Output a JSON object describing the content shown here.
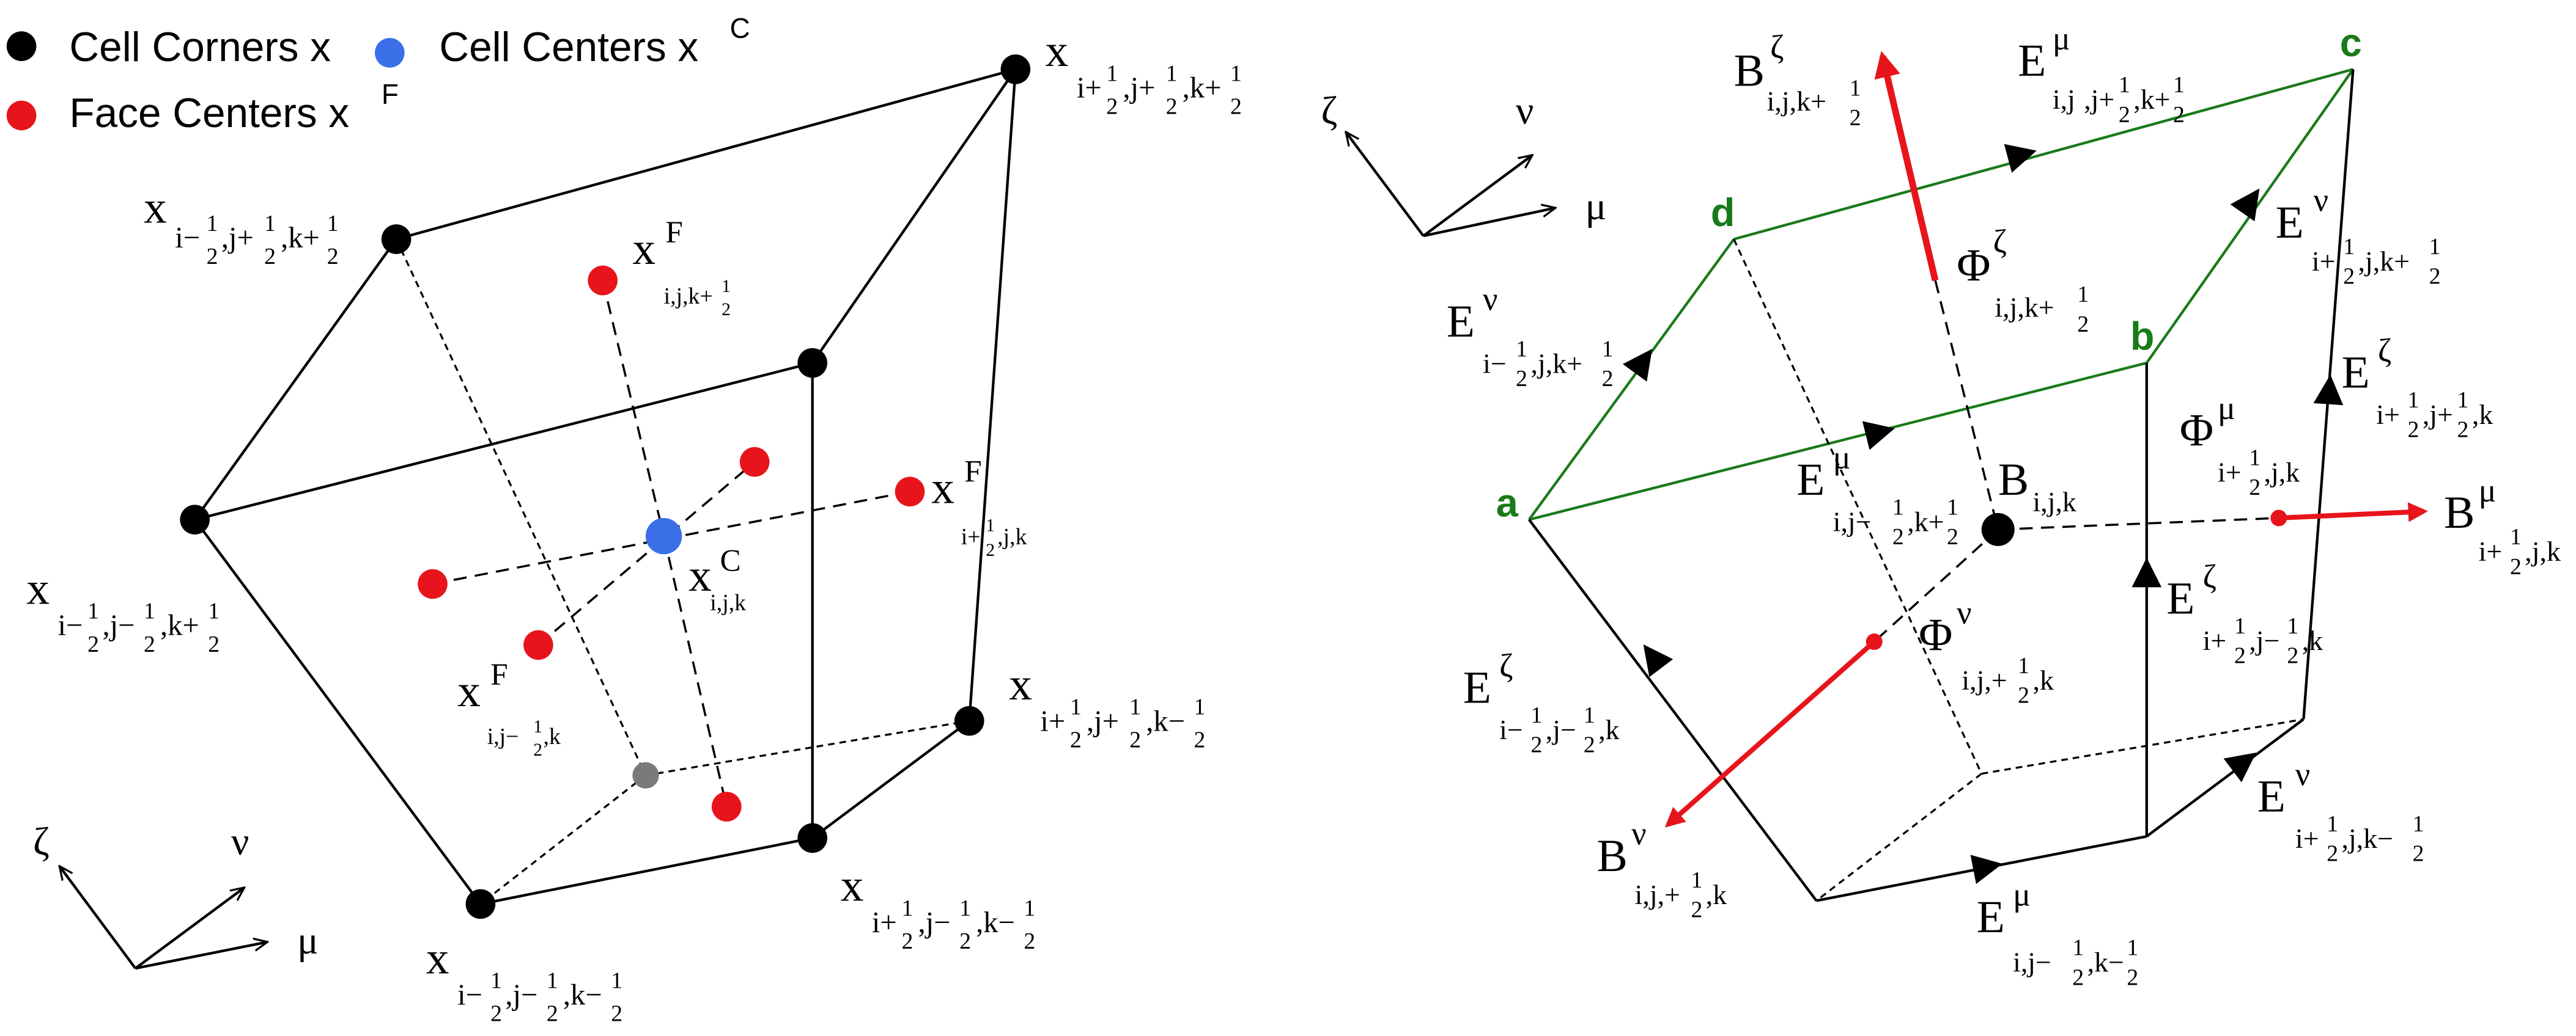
{
  "legend": {
    "corners": "Cell Corners x",
    "centers": "Cell Centers x",
    "centers_sup": "C",
    "faces": "Face Centers x",
    "faces_sup": "F",
    "colors": {
      "corner": "#000000",
      "center": "#3b6fe8",
      "face": "#e8141b"
    }
  },
  "axes": {
    "zeta": "ζ",
    "nu": "ν",
    "mu": "μ"
  },
  "left": {
    "x": "x",
    "xC": "x",
    "xF": "x",
    "sup_C": "C",
    "sup_F": "F",
    "sub_center": "i,j,k",
    "sub_top": "i,j,k+",
    "sub_left": "i,j−",
    "sub_left_tail": ",k",
    "sub_right_a": "i+",
    "sub_right_b": ",j,k",
    "c1": "i−",
    "c2": ",j+",
    "c3": ",k+",
    "c4": "i−",
    "c5": ",j−",
    "c6": ",k+",
    "c7": "i−",
    "c8": ",j−",
    "c9": ",k−",
    "c10": "i+",
    "c11": ",j−",
    "c12": ",k−",
    "c13": "i+",
    "c14": ",j+",
    "c15": ",k−",
    "c16": "i+",
    "c17": ",j+",
    "c18": ",k+"
  },
  "right": {
    "vertices": {
      "a": "a",
      "b": "b",
      "c": "c",
      "d": "d"
    },
    "E": "E",
    "B": "B",
    "Phi": "Φ",
    "Bc": "B",
    "Bc_sub": "i,j,k",
    "mu": "μ",
    "nu": "ν",
    "zeta": "ζ",
    "s_i_minus": "i−",
    "s_i_plus": "i+",
    "s_j_minus": ",j−",
    "s_j_plus": ",j+",
    "s_k_plus": ",k+",
    "s_k_minus": ",k−",
    "s_ij": "i,j",
    "s_ijk_plus": "i,j,k+",
    "s_j": ",j",
    "s_k": ",k",
    "s_jk": ",j,k",
    "s_jk_plus": ",j,k+",
    "s_jk_minus": ",j,k−",
    "s_ij_plus": "i,j,+",
    "s_ij_minus": "i,j−"
  },
  "fraction": {
    "num": "1",
    "den": "2"
  }
}
